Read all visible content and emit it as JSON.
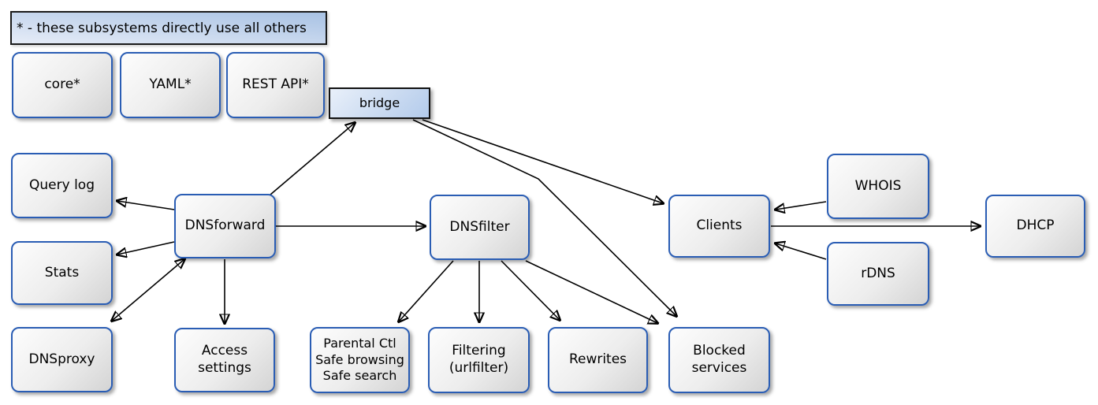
{
  "diagram": {
    "legend_text": "* - these subsystems directly use all others",
    "nodes": {
      "core": {
        "label": "core*"
      },
      "yaml": {
        "label": "YAML*"
      },
      "rest_api": {
        "label": "REST API*"
      },
      "bridge": {
        "label": "bridge"
      },
      "query_log": {
        "label": "Query log"
      },
      "stats": {
        "label": "Stats"
      },
      "dnsproxy": {
        "label": "DNSproxy"
      },
      "dnsforward": {
        "label": "DNSforward"
      },
      "access_settings": {
        "label": "Access\nsettings"
      },
      "dnsfilter": {
        "label": "DNSfilter"
      },
      "parental": {
        "label": "Parental Ctl\nSafe browsing\nSafe search"
      },
      "filtering": {
        "label": "Filtering\n(urlfilter)"
      },
      "rewrites": {
        "label": "Rewrites"
      },
      "blocked_services": {
        "label": "Blocked\nservices"
      },
      "clients": {
        "label": "Clients"
      },
      "whois": {
        "label": "WHOIS"
      },
      "rdns": {
        "label": "rDNS"
      },
      "dhcp": {
        "label": "DHCP"
      }
    },
    "edges": [
      {
        "from": "dnsforward",
        "to": "bridge",
        "bidirectional": false
      },
      {
        "from": "dnsforward",
        "to": "dnsfilter",
        "bidirectional": false
      },
      {
        "from": "dnsforward",
        "to": "query_log",
        "bidirectional": false
      },
      {
        "from": "dnsforward",
        "to": "stats",
        "bidirectional": false
      },
      {
        "from": "dnsforward",
        "to": "dnsproxy",
        "bidirectional": true
      },
      {
        "from": "dnsforward",
        "to": "access_settings",
        "bidirectional": false
      },
      {
        "from": "bridge",
        "to": "clients",
        "bidirectional": false
      },
      {
        "from": "bridge",
        "to": "blocked_services",
        "bidirectional": false
      },
      {
        "from": "dnsfilter",
        "to": "parental",
        "bidirectional": false
      },
      {
        "from": "dnsfilter",
        "to": "filtering",
        "bidirectional": false
      },
      {
        "from": "dnsfilter",
        "to": "rewrites",
        "bidirectional": false
      },
      {
        "from": "dnsfilter",
        "to": "blocked_services",
        "bidirectional": false
      },
      {
        "from": "whois",
        "to": "clients",
        "bidirectional": false
      },
      {
        "from": "rdns",
        "to": "clients",
        "bidirectional": false
      },
      {
        "from": "clients",
        "to": "dhcp",
        "bidirectional": false
      }
    ],
    "colors": {
      "node_border": "#2a5db4",
      "node_fill_light": "#fdfdfd",
      "node_fill_dark": "#d4d4d4",
      "accent_fill_light": "#e9f0fa",
      "accent_fill_dark": "#b3cbeb",
      "edge": "#000000",
      "background": "#ffffff"
    }
  }
}
